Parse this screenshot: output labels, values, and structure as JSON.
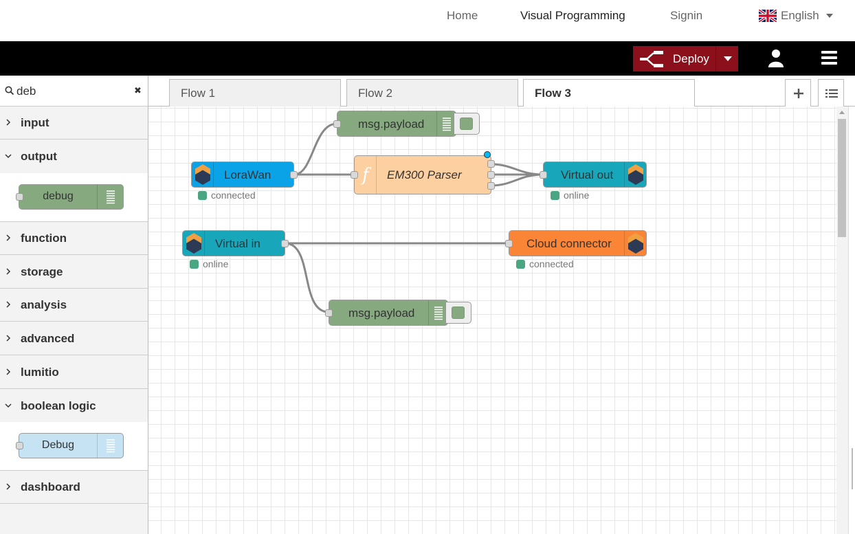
{
  "topnav": {
    "home": "Home",
    "visual_programming": "Visual Programming",
    "signin": "Signin",
    "language": "English"
  },
  "header": {
    "deploy_label": "Deploy"
  },
  "palette": {
    "search": {
      "value": "deb"
    },
    "categories": [
      {
        "label": "input",
        "expanded": false
      },
      {
        "label": "output",
        "expanded": true
      },
      {
        "label": "function",
        "expanded": false
      },
      {
        "label": "storage",
        "expanded": false
      },
      {
        "label": "analysis",
        "expanded": false
      },
      {
        "label": "advanced",
        "expanded": false
      },
      {
        "label": "lumitio",
        "expanded": false
      },
      {
        "label": "boolean logic",
        "expanded": true
      },
      {
        "label": "dashboard",
        "expanded": false
      }
    ],
    "output_node": {
      "label": "debug",
      "color": "#87a980"
    },
    "boolean_node": {
      "label": "Debug",
      "color": "#c5e3f3"
    }
  },
  "tabs": [
    {
      "label": "Flow 1",
      "active": false
    },
    {
      "label": "Flow 2",
      "active": false
    },
    {
      "label": "Flow 3",
      "active": true
    }
  ],
  "nodes": {
    "msg_payload_1": {
      "label": "msg.payload",
      "color": "#87a980"
    },
    "lorawan": {
      "label": "LoraWan",
      "color": "#0aa3e8",
      "status": "connected"
    },
    "em300": {
      "label": "EM300 Parser",
      "color": "#fdd0a2"
    },
    "virtual_out": {
      "label": "Virtual out",
      "color": "#18a6bb",
      "status": "online"
    },
    "virtual_in": {
      "label": "Virtual in",
      "color": "#18a6bb",
      "status": "online"
    },
    "cloud_connector": {
      "label": "Cloud connector",
      "color": "#fb8536",
      "status": "connected"
    },
    "msg_payload_2": {
      "label": "msg.payload",
      "color": "#87a980"
    }
  },
  "colors": {
    "deploy": "#8c101c",
    "status_dot": "#4aa682",
    "wire": "#888888"
  }
}
